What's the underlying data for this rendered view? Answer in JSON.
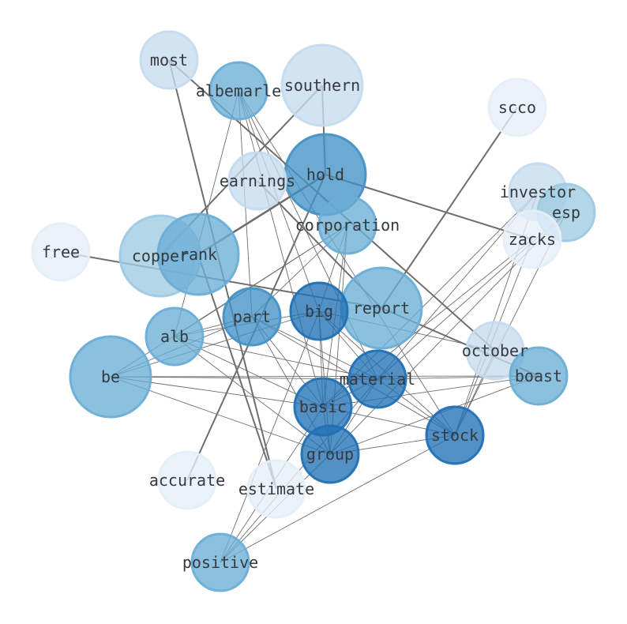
{
  "diagram": {
    "type": "word-network",
    "colors": {
      "edge": "#707070",
      "label": "#333a40",
      "node_palette": [
        "#e6eef9",
        "#c6dbee",
        "#9ecae1",
        "#6baed6",
        "#4292c6",
        "#2171b5"
      ]
    },
    "nodes": [
      {
        "id": "most",
        "label": "most",
        "shade": 1
      },
      {
        "id": "albemarle",
        "label": "albemarle",
        "shade": 3
      },
      {
        "id": "southern",
        "label": "southern",
        "shade": 1
      },
      {
        "id": "scco",
        "label": "scco",
        "shade": 0
      },
      {
        "id": "hold",
        "label": "hold",
        "shade": 4
      },
      {
        "id": "earnings",
        "label": "earnings",
        "shade": 1
      },
      {
        "id": "investor",
        "label": "investor",
        "shade": 1
      },
      {
        "id": "esp",
        "label": "esp",
        "shade": 2
      },
      {
        "id": "corporation",
        "label": "corporation",
        "shade": 3
      },
      {
        "id": "zacks",
        "label": "zacks",
        "shade": 0
      },
      {
        "id": "free",
        "label": "free",
        "shade": 0
      },
      {
        "id": "copper",
        "label": "copper",
        "shade": 2
      },
      {
        "id": "rank",
        "label": "rank",
        "shade": 3
      },
      {
        "id": "report",
        "label": "report",
        "shade": 3
      },
      {
        "id": "part",
        "label": "part",
        "shade": 4
      },
      {
        "id": "big",
        "label": "big",
        "shade": 5
      },
      {
        "id": "alb",
        "label": "alb",
        "shade": 3
      },
      {
        "id": "october",
        "label": "october",
        "shade": 1
      },
      {
        "id": "be",
        "label": "be",
        "shade": 3
      },
      {
        "id": "material",
        "label": "material",
        "shade": 5
      },
      {
        "id": "boast",
        "label": "boast",
        "shade": 3
      },
      {
        "id": "basic",
        "label": "basic",
        "shade": 5
      },
      {
        "id": "stock",
        "label": "stock",
        "shade": 5
      },
      {
        "id": "group",
        "label": "group",
        "shade": 5
      },
      {
        "id": "accurate",
        "label": "accurate",
        "shade": 0
      },
      {
        "id": "estimate",
        "label": "estimate",
        "shade": 0
      },
      {
        "id": "positive",
        "label": "positive",
        "shade": 3
      }
    ],
    "edges": [
      {
        "source": "most",
        "target": "estimate",
        "weight": 2
      },
      {
        "source": "most",
        "target": "october",
        "weight": 2
      },
      {
        "source": "southern",
        "target": "hold",
        "weight": 2
      },
      {
        "source": "southern",
        "target": "copper",
        "weight": 2
      },
      {
        "source": "scco",
        "target": "report",
        "weight": 2
      },
      {
        "source": "hold",
        "target": "rank",
        "weight": 3
      },
      {
        "source": "hold",
        "target": "zacks",
        "weight": 2
      },
      {
        "source": "hold",
        "target": "accurate",
        "weight": 2
      },
      {
        "source": "earnings",
        "target": "report",
        "weight": 2
      },
      {
        "source": "free",
        "target": "report",
        "weight": 2
      },
      {
        "source": "rank",
        "target": "estimate",
        "weight": 2
      },
      {
        "source": "report",
        "target": "boast",
        "weight": 2
      },
      {
        "source": "albemarle",
        "target": "part",
        "weight": 1
      },
      {
        "source": "albemarle",
        "target": "alb",
        "weight": 1
      },
      {
        "source": "albemarle",
        "target": "big",
        "weight": 1
      },
      {
        "source": "albemarle",
        "target": "material",
        "weight": 1
      },
      {
        "source": "albemarle",
        "target": "basic",
        "weight": 1
      },
      {
        "source": "albemarle",
        "target": "stock",
        "weight": 1
      },
      {
        "source": "corporation",
        "target": "part",
        "weight": 1
      },
      {
        "source": "corporation",
        "target": "big",
        "weight": 1
      },
      {
        "source": "corporation",
        "target": "alb",
        "weight": 1
      },
      {
        "source": "corporation",
        "target": "be",
        "weight": 1
      },
      {
        "source": "corporation",
        "target": "basic",
        "weight": 1
      },
      {
        "source": "corporation",
        "target": "group",
        "weight": 1
      },
      {
        "source": "investor",
        "target": "material",
        "weight": 1
      },
      {
        "source": "investor",
        "target": "basic",
        "weight": 1
      },
      {
        "source": "investor",
        "target": "stock",
        "weight": 1
      },
      {
        "source": "esp",
        "target": "material",
        "weight": 1
      },
      {
        "source": "esp",
        "target": "group",
        "weight": 1
      },
      {
        "source": "esp",
        "target": "stock",
        "weight": 1
      },
      {
        "source": "zacks",
        "target": "stock",
        "weight": 1
      },
      {
        "source": "zacks",
        "target": "basic",
        "weight": 1
      },
      {
        "source": "part",
        "target": "material",
        "weight": 1
      },
      {
        "source": "part",
        "target": "stock",
        "weight": 1
      },
      {
        "source": "part",
        "target": "group",
        "weight": 1
      },
      {
        "source": "part",
        "target": "basic",
        "weight": 1
      },
      {
        "source": "part",
        "target": "be",
        "weight": 1
      },
      {
        "source": "part",
        "target": "alb",
        "weight": 1
      },
      {
        "source": "big",
        "target": "material",
        "weight": 1
      },
      {
        "source": "big",
        "target": "stock",
        "weight": 1
      },
      {
        "source": "big",
        "target": "group",
        "weight": 1
      },
      {
        "source": "big",
        "target": "basic",
        "weight": 1
      },
      {
        "source": "big",
        "target": "be",
        "weight": 1
      },
      {
        "source": "big",
        "target": "alb",
        "weight": 1
      },
      {
        "source": "big",
        "target": "october",
        "weight": 1
      },
      {
        "source": "alb",
        "target": "material",
        "weight": 1
      },
      {
        "source": "alb",
        "target": "group",
        "weight": 1
      },
      {
        "source": "alb",
        "target": "basic",
        "weight": 1
      },
      {
        "source": "be",
        "target": "material",
        "weight": 1
      },
      {
        "source": "be",
        "target": "basic",
        "weight": 1
      },
      {
        "source": "be",
        "target": "group",
        "weight": 1
      },
      {
        "source": "be",
        "target": "boast",
        "weight": 1
      },
      {
        "source": "material",
        "target": "stock",
        "weight": 1
      },
      {
        "source": "material",
        "target": "group",
        "weight": 1
      },
      {
        "source": "material",
        "target": "basic",
        "weight": 1
      },
      {
        "source": "material",
        "target": "boast",
        "weight": 1
      },
      {
        "source": "basic",
        "target": "stock",
        "weight": 1
      },
      {
        "source": "basic",
        "target": "group",
        "weight": 1
      },
      {
        "source": "basic",
        "target": "boast",
        "weight": 1
      },
      {
        "source": "group",
        "target": "stock",
        "weight": 1
      },
      {
        "source": "group",
        "target": "boast",
        "weight": 1
      },
      {
        "source": "stock",
        "target": "october",
        "weight": 1
      },
      {
        "source": "positive",
        "target": "stock",
        "weight": 1
      },
      {
        "source": "positive",
        "target": "group",
        "weight": 1
      },
      {
        "source": "positive",
        "target": "basic",
        "weight": 1
      },
      {
        "source": "positive",
        "target": "material",
        "weight": 1
      },
      {
        "source": "positive",
        "target": "big",
        "weight": 1
      }
    ]
  }
}
